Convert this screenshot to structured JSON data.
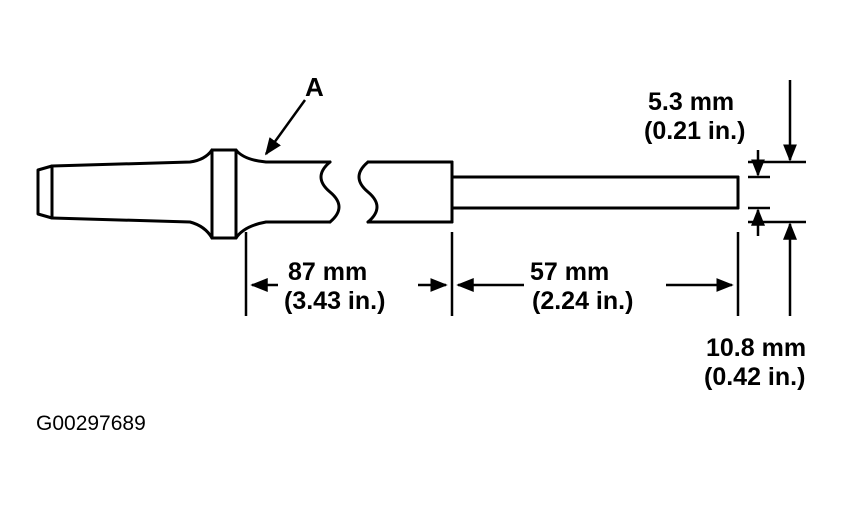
{
  "figure": {
    "callout_label": "A",
    "figure_id": "G00297689"
  },
  "dimensions": {
    "shoulder_length": {
      "metric": "87 mm",
      "imperial": "(3.43 in.)"
    },
    "tip_length": {
      "metric": "57 mm",
      "imperial": "(2.24 in.)"
    },
    "tip_diameter": {
      "metric": "5.3 mm",
      "imperial": "(0.21 in.)"
    },
    "shank_diameter": {
      "metric": "10.8 mm",
      "imperial": "(0.42 in.)"
    }
  }
}
